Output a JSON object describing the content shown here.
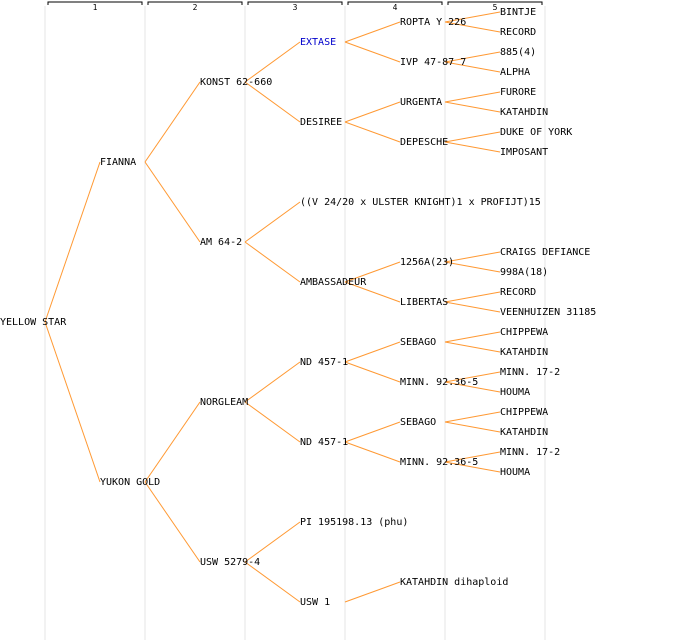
{
  "colors": {
    "edge": "#ff9933",
    "text": "#000000",
    "highlight_text": "#0000cc",
    "column_rule": "#e6e6e6"
  },
  "generations": [
    "1",
    "2",
    "3",
    "4",
    "5"
  ],
  "nodes": {
    "root": {
      "label": "YELLOW STAR"
    },
    "g1a": {
      "label": "FIANNA"
    },
    "g1b": {
      "label": "YUKON GOLD"
    },
    "g2a": {
      "label": "KONST 62-660"
    },
    "g2b": {
      "label": "AM 64-2"
    },
    "g2c": {
      "label": "NORGLEAM"
    },
    "g2d": {
      "label": "USW 5279-4"
    },
    "g3a": {
      "label": "EXTASE",
      "highlight": true
    },
    "g3b": {
      "label": "DESIREE"
    },
    "g3c": {
      "label": "((V 24/20 x ULSTER KNIGHT)1 x PROFIJT)15"
    },
    "g3d": {
      "label": "AMBASSADEUR"
    },
    "g3e": {
      "label": "ND 457-1"
    },
    "g3f": {
      "label": "ND 457-1"
    },
    "g3g": {
      "label": "PI 195198.13 (phu)"
    },
    "g3h": {
      "label": "USW 1"
    },
    "g4a": {
      "label": "ROPTA Y 226"
    },
    "g4b": {
      "label": "IVP 47-87 7"
    },
    "g4c": {
      "label": "URGENTA"
    },
    "g4d": {
      "label": "DEPESCHE"
    },
    "g4e": {
      "label": "1256A(23)"
    },
    "g4f": {
      "label": "LIBERTAS"
    },
    "g4g": {
      "label": "SEBAGO"
    },
    "g4h": {
      "label": "MINN. 92.36-5"
    },
    "g4i": {
      "label": "SEBAGO"
    },
    "g4j": {
      "label": "MINN. 92.36-5"
    },
    "g4k": {
      "label": "KATAHDIN dihaploid"
    },
    "g5a": {
      "label": "BINTJE"
    },
    "g5b": {
      "label": "RECORD"
    },
    "g5c": {
      "label": "885(4)"
    },
    "g5d": {
      "label": "ALPHA"
    },
    "g5e": {
      "label": "FURORE"
    },
    "g5f": {
      "label": "KATAHDIN"
    },
    "g5g": {
      "label": "DUKE OF YORK"
    },
    "g5h": {
      "label": "IMPOSANT"
    },
    "g5i": {
      "label": "CRAIGS DEFIANCE"
    },
    "g5j": {
      "label": "998A(18)"
    },
    "g5k": {
      "label": "RECORD"
    },
    "g5l": {
      "label": "VEENHUIZEN 31185"
    },
    "g5m": {
      "label": "CHIPPEWA"
    },
    "g5n": {
      "label": "KATAHDIN"
    },
    "g5o": {
      "label": "MINN. 17-2"
    },
    "g5p": {
      "label": "HOUMA"
    },
    "g5q": {
      "label": "CHIPPEWA"
    },
    "g5r": {
      "label": "KATAHDIN"
    },
    "g5s": {
      "label": "MINN. 17-2"
    },
    "g5t": {
      "label": "HOUMA"
    }
  },
  "edges": [
    [
      "root",
      "g1a"
    ],
    [
      "root",
      "g1b"
    ],
    [
      "g1a",
      "g2a"
    ],
    [
      "g1a",
      "g2b"
    ],
    [
      "g1b",
      "g2c"
    ],
    [
      "g1b",
      "g2d"
    ],
    [
      "g2a",
      "g3a"
    ],
    [
      "g2a",
      "g3b"
    ],
    [
      "g2b",
      "g3c"
    ],
    [
      "g2b",
      "g3d"
    ],
    [
      "g2c",
      "g3e"
    ],
    [
      "g2c",
      "g3f"
    ],
    [
      "g2d",
      "g3g"
    ],
    [
      "g2d",
      "g3h"
    ],
    [
      "g3a",
      "g4a"
    ],
    [
      "g3a",
      "g4b"
    ],
    [
      "g3b",
      "g4c"
    ],
    [
      "g3b",
      "g4d"
    ],
    [
      "g3d",
      "g4e"
    ],
    [
      "g3d",
      "g4f"
    ],
    [
      "g3e",
      "g4g"
    ],
    [
      "g3e",
      "g4h"
    ],
    [
      "g3f",
      "g4i"
    ],
    [
      "g3f",
      "g4j"
    ],
    [
      "g3h",
      "g4k"
    ],
    [
      "g4a",
      "g5a"
    ],
    [
      "g4a",
      "g5b"
    ],
    [
      "g4b",
      "g5c"
    ],
    [
      "g4b",
      "g5d"
    ],
    [
      "g4c",
      "g5e"
    ],
    [
      "g4c",
      "g5f"
    ],
    [
      "g4d",
      "g5g"
    ],
    [
      "g4d",
      "g5h"
    ],
    [
      "g4e",
      "g5i"
    ],
    [
      "g4e",
      "g5j"
    ],
    [
      "g4f",
      "g5k"
    ],
    [
      "g4f",
      "g5l"
    ],
    [
      "g4g",
      "g5m"
    ],
    [
      "g4g",
      "g5n"
    ],
    [
      "g4h",
      "g5o"
    ],
    [
      "g4h",
      "g5p"
    ],
    [
      "g4i",
      "g5q"
    ],
    [
      "g4i",
      "g5r"
    ],
    [
      "g4j",
      "g5s"
    ],
    [
      "g4j",
      "g5t"
    ]
  ]
}
